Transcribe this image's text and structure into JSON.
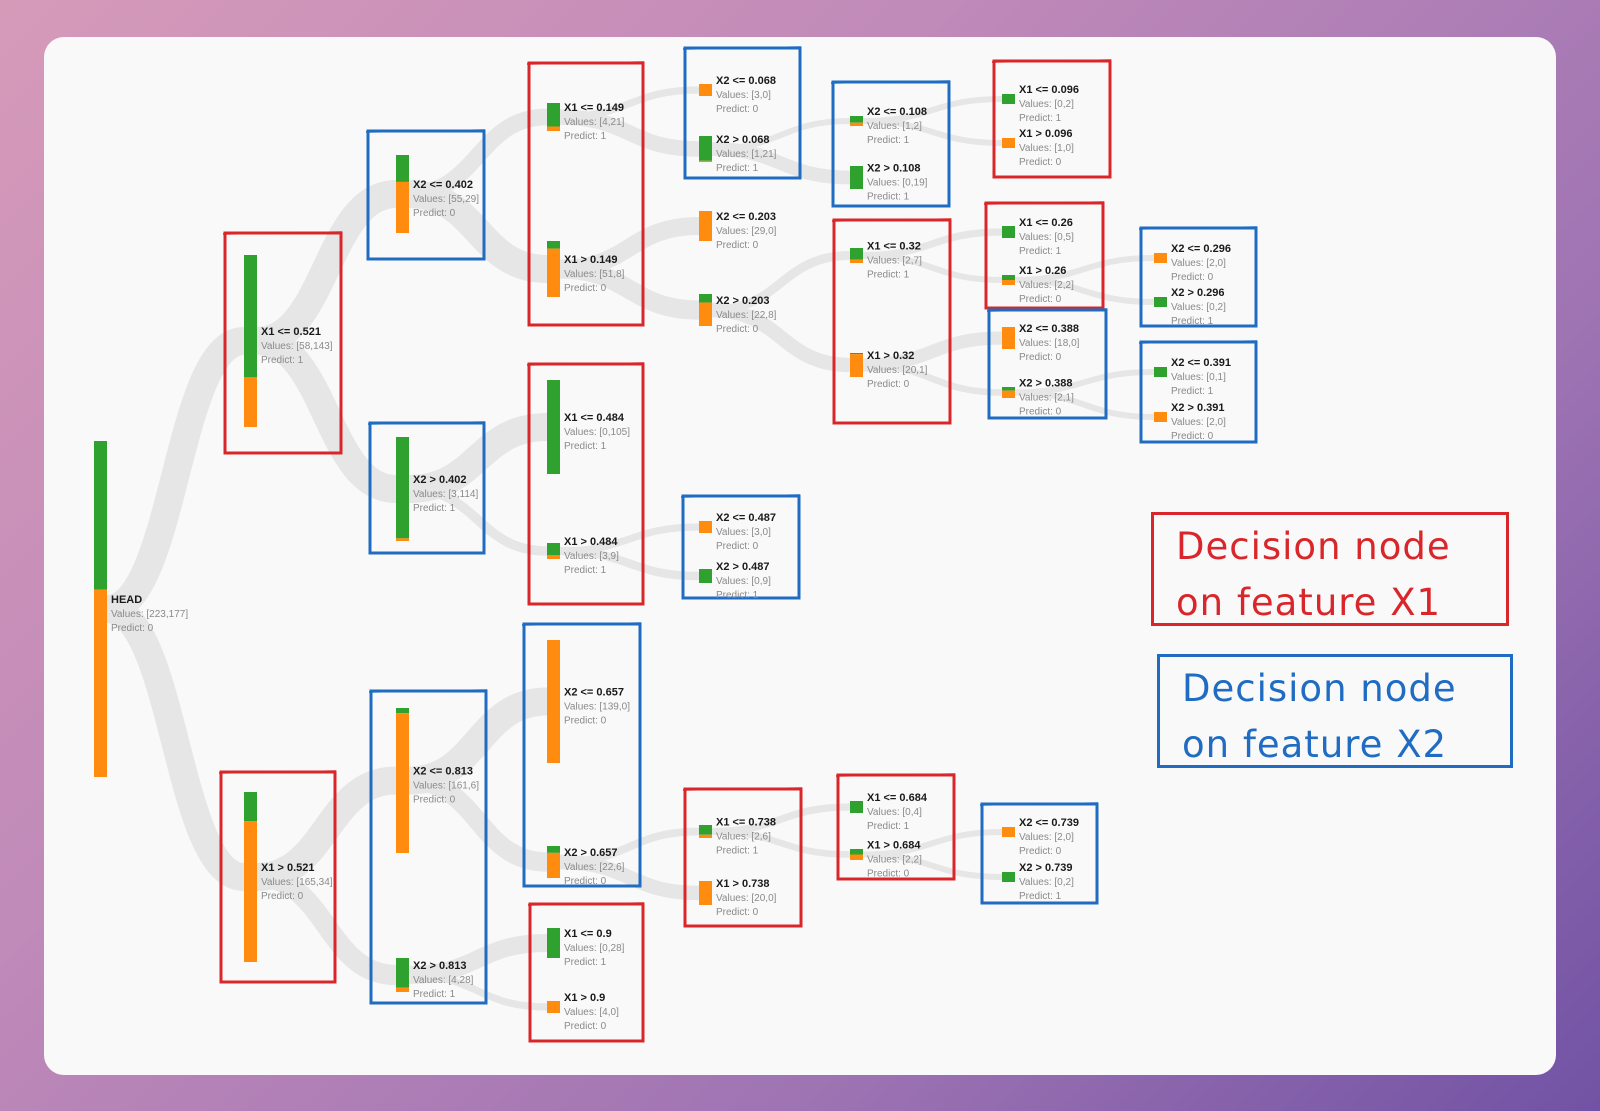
{
  "colors": {
    "class1": "#2ea12e",
    "class0": "#ff8c0f",
    "x1_frame": "#d9262b",
    "x2_frame": "#1f6cc2",
    "link": "#e6e6e7"
  },
  "legend": {
    "x1": {
      "line1": "Decision node",
      "line2": "on feature X1"
    },
    "x2": {
      "line1": "Decision node",
      "line2": "on feature X2"
    }
  },
  "nodes": [
    {
      "id": "head",
      "cond": "HEAD",
      "values": "Values: [223,177]",
      "predict": "Predict: 0",
      "v0": 223,
      "v1": 177
    },
    {
      "id": "n1",
      "parent": "head",
      "cond": "X1 <= 0.521",
      "values": "Values: [58,143]",
      "predict": "Predict: 1",
      "v0": 58,
      "v1": 143
    },
    {
      "id": "n2",
      "parent": "head",
      "cond": "X1 > 0.521",
      "values": "Values: [165,34]",
      "predict": "Predict: 0",
      "v0": 165,
      "v1": 34
    },
    {
      "id": "n3",
      "parent": "n1",
      "cond": "X2 <= 0.402",
      "values": "Values: [55,29]",
      "predict": "Predict: 0",
      "v0": 55,
      "v1": 29
    },
    {
      "id": "n4",
      "parent": "n1",
      "cond": "X2 > 0.402",
      "values": "Values: [3,114]",
      "predict": "Predict: 1",
      "v0": 3,
      "v1": 114
    },
    {
      "id": "n5",
      "parent": "n2",
      "cond": "X2 <= 0.813",
      "values": "Values: [161,6]",
      "predict": "Predict: 0",
      "v0": 161,
      "v1": 6
    },
    {
      "id": "n6",
      "parent": "n2",
      "cond": "X2 > 0.813",
      "values": "Values: [4,28]",
      "predict": "Predict: 1",
      "v0": 4,
      "v1": 28
    },
    {
      "id": "n7",
      "parent": "n3",
      "cond": "X1 <= 0.149",
      "values": "Values: [4,21]",
      "predict": "Predict: 1",
      "v0": 4,
      "v1": 21
    },
    {
      "id": "n8",
      "parent": "n3",
      "cond": "X1 > 0.149",
      "values": "Values: [51,8]",
      "predict": "Predict: 0",
      "v0": 51,
      "v1": 8
    },
    {
      "id": "n9",
      "parent": "n4",
      "cond": "X1 <= 0.484",
      "values": "Values: [0,105]",
      "predict": "Predict: 1",
      "v0": 0,
      "v1": 105
    },
    {
      "id": "n10",
      "parent": "n4",
      "cond": "X1 > 0.484",
      "values": "Values: [3,9]",
      "predict": "Predict: 1",
      "v0": 3,
      "v1": 9
    },
    {
      "id": "n11",
      "parent": "n5",
      "cond": "X2 <= 0.657",
      "values": "Values: [139,0]",
      "predict": "Predict: 0",
      "v0": 139,
      "v1": 0
    },
    {
      "id": "n12",
      "parent": "n5",
      "cond": "X2 > 0.657",
      "values": "Values: [22,6]",
      "predict": "Predict: 0",
      "v0": 22,
      "v1": 6
    },
    {
      "id": "n13",
      "parent": "n6",
      "cond": "X1 <= 0.9",
      "values": "Values: [0,28]",
      "predict": "Predict: 1",
      "v0": 0,
      "v1": 28
    },
    {
      "id": "n14",
      "parent": "n6",
      "cond": "X1 > 0.9",
      "values": "Values: [4,0]",
      "predict": "Predict: 0",
      "v0": 4,
      "v1": 0
    },
    {
      "id": "n15",
      "parent": "n7",
      "cond": "X2 <= 0.068",
      "values": "Values: [3,0]",
      "predict": "Predict: 0",
      "v0": 3,
      "v1": 0
    },
    {
      "id": "n16",
      "parent": "n7",
      "cond": "X2 > 0.068",
      "values": "Values: [1,21]",
      "predict": "Predict: 1",
      "v0": 1,
      "v1": 21
    },
    {
      "id": "n17",
      "parent": "n8",
      "cond": "X2 <= 0.203",
      "values": "Values: [29,0]",
      "predict": "Predict: 0",
      "v0": 29,
      "v1": 0
    },
    {
      "id": "n18",
      "parent": "n8",
      "cond": "X2 > 0.203",
      "values": "Values: [22,8]",
      "predict": "Predict: 0",
      "v0": 22,
      "v1": 8
    },
    {
      "id": "n19",
      "parent": "n10",
      "cond": "X2 <= 0.487",
      "values": "Values: [3,0]",
      "predict": "Predict: 0",
      "v0": 3,
      "v1": 0
    },
    {
      "id": "n20",
      "parent": "n10",
      "cond": "X2 > 0.487",
      "values": "Values: [0,9]",
      "predict": "Predict: 1",
      "v0": 0,
      "v1": 9
    },
    {
      "id": "n21",
      "parent": "n12",
      "cond": "X1 <= 0.738",
      "values": "Values: [2,6]",
      "predict": "Predict: 1",
      "v0": 2,
      "v1": 6
    },
    {
      "id": "n22",
      "parent": "n12",
      "cond": "X1 > 0.738",
      "values": "Values: [20,0]",
      "predict": "Predict: 0",
      "v0": 20,
      "v1": 0
    },
    {
      "id": "n23",
      "parent": "n16",
      "cond": "X2 <= 0.108",
      "values": "Values: [1,2]",
      "predict": "Predict: 1",
      "v0": 1,
      "v1": 2
    },
    {
      "id": "n24",
      "parent": "n16",
      "cond": "X2 > 0.108",
      "values": "Values: [0,19]",
      "predict": "Predict: 1",
      "v0": 0,
      "v1": 19
    },
    {
      "id": "n25",
      "parent": "n18",
      "cond": "X1 <= 0.32",
      "values": "Values: [2,7]",
      "predict": "Predict: 1",
      "v0": 2,
      "v1": 7
    },
    {
      "id": "n26",
      "parent": "n18",
      "cond": "X1 > 0.32",
      "values": "Values: [20,1]",
      "predict": "Predict: 0",
      "v0": 20,
      "v1": 1
    },
    {
      "id": "n27",
      "parent": "n21",
      "cond": "X1 <= 0.684",
      "values": "Values: [0,4]",
      "predict": "Predict: 1",
      "v0": 0,
      "v1": 4
    },
    {
      "id": "n28",
      "parent": "n21",
      "cond": "X1 > 0.684",
      "values": "Values: [2,2]",
      "predict": "Predict: 0",
      "v0": 2,
      "v1": 2
    },
    {
      "id": "n29",
      "parent": "n23",
      "cond": "X1 <= 0.096",
      "values": "Values: [0,2]",
      "predict": "Predict: 1",
      "v0": 0,
      "v1": 2
    },
    {
      "id": "n30",
      "parent": "n23",
      "cond": "X1 > 0.096",
      "values": "Values: [1,0]",
      "predict": "Predict: 0",
      "v0": 1,
      "v1": 0
    },
    {
      "id": "n31",
      "parent": "n25",
      "cond": "X1 <= 0.26",
      "values": "Values: [0,5]",
      "predict": "Predict: 1",
      "v0": 0,
      "v1": 5
    },
    {
      "id": "n32",
      "parent": "n25",
      "cond": "X1 > 0.26",
      "values": "Values: [2,2]",
      "predict": "Predict: 0",
      "v0": 2,
      "v1": 2
    },
    {
      "id": "n33",
      "parent": "n26",
      "cond": "X2 <= 0.388",
      "values": "Values: [18,0]",
      "predict": "Predict: 0",
      "v0": 18,
      "v1": 0
    },
    {
      "id": "n34",
      "parent": "n26",
      "cond": "X2 > 0.388",
      "values": "Values: [2,1]",
      "predict": "Predict: 0",
      "v0": 2,
      "v1": 1
    },
    {
      "id": "n35",
      "parent": "n28",
      "cond": "X2 <= 0.739",
      "values": "Values: [2,0]",
      "predict": "Predict: 0",
      "v0": 2,
      "v1": 0
    },
    {
      "id": "n36",
      "parent": "n28",
      "cond": "X2 > 0.739",
      "values": "Values: [0,2]",
      "predict": "Predict: 1",
      "v0": 0,
      "v1": 2
    },
    {
      "id": "n37",
      "parent": "n32",
      "cond": "X2 <= 0.296",
      "values": "Values: [2,0]",
      "predict": "Predict: 0",
      "v0": 2,
      "v1": 0
    },
    {
      "id": "n38",
      "parent": "n32",
      "cond": "X2 > 0.296",
      "values": "Values: [0,2]",
      "predict": "Predict: 1",
      "v0": 0,
      "v1": 2
    },
    {
      "id": "n39",
      "parent": "n34",
      "cond": "X2 <= 0.391",
      "values": "Values: [0,1]",
      "predict": "Predict: 1",
      "v0": 0,
      "v1": 1
    },
    {
      "id": "n40",
      "parent": "n34",
      "cond": "X2 > 0.391",
      "values": "Values: [2,0]",
      "predict": "Predict: 0",
      "v0": 2,
      "v1": 0
    }
  ],
  "frames": [
    {
      "id": "f1",
      "feature": "X1",
      "nodes": [
        "n1"
      ]
    },
    {
      "id": "f2",
      "feature": "X1",
      "nodes": [
        "n2"
      ]
    },
    {
      "id": "f3",
      "feature": "X2",
      "nodes": [
        "n3"
      ]
    },
    {
      "id": "f4",
      "feature": "X2",
      "nodes": [
        "n4"
      ]
    },
    {
      "id": "f5",
      "feature": "X2",
      "nodes": [
        "n5",
        "n6"
      ]
    },
    {
      "id": "f6",
      "feature": "X1",
      "nodes": [
        "n7",
        "n8"
      ]
    },
    {
      "id": "f7",
      "feature": "X1",
      "nodes": [
        "n9",
        "n10"
      ]
    },
    {
      "id": "f8",
      "feature": "X2",
      "nodes": [
        "n11",
        "n12"
      ]
    },
    {
      "id": "f9",
      "feature": "X1",
      "nodes": [
        "n13",
        "n14"
      ]
    },
    {
      "id": "f10",
      "feature": "X2",
      "nodes": [
        "n15",
        "n16"
      ]
    },
    {
      "id": "f11",
      "feature": "X2",
      "nodes": [
        "n19",
        "n20"
      ]
    },
    {
      "id": "f12",
      "feature": "X1",
      "nodes": [
        "n21",
        "n22"
      ]
    },
    {
      "id": "f13",
      "feature": "X2",
      "nodes": [
        "n23",
        "n24"
      ]
    },
    {
      "id": "f14",
      "feature": "X1",
      "nodes": [
        "n25",
        "n26"
      ]
    },
    {
      "id": "f15",
      "feature": "X1",
      "nodes": [
        "n27",
        "n28"
      ]
    },
    {
      "id": "f16",
      "feature": "X1",
      "nodes": [
        "n29",
        "n30"
      ]
    },
    {
      "id": "f17",
      "feature": "X1",
      "nodes": [
        "n31",
        "n32"
      ]
    },
    {
      "id": "f18",
      "feature": "X2",
      "nodes": [
        "n33",
        "n34"
      ]
    },
    {
      "id": "f19",
      "feature": "X2",
      "nodes": [
        "n35",
        "n36"
      ]
    },
    {
      "id": "f20",
      "feature": "X2",
      "nodes": [
        "n37",
        "n38"
      ]
    },
    {
      "id": "f21",
      "feature": "X2",
      "nodes": [
        "n39",
        "n40"
      ]
    }
  ]
}
